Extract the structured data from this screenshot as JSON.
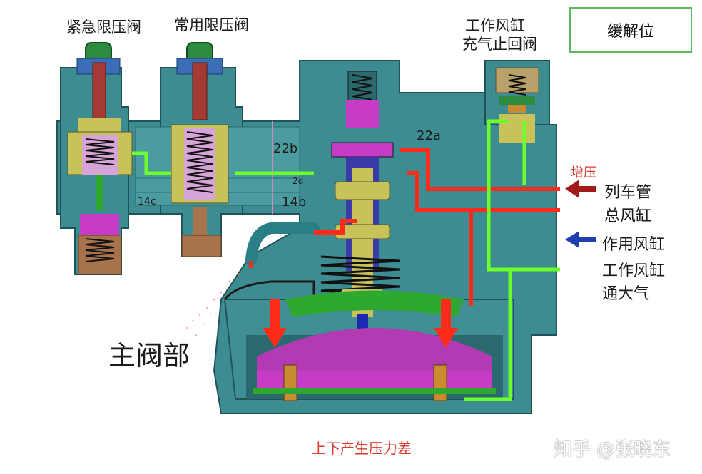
{
  "labels": {
    "emergency_valve": "紧急限压阀",
    "common_valve": "常用限压阀",
    "cylinder_check_line1": "工作风缸",
    "cylinder_check_line2": "充气止回阀",
    "status": "缓解位",
    "pressurize": "增压",
    "train_pipe": "列车管",
    "main_reservoir": "总风缸",
    "action_reservoir": "作用风缸",
    "work_reservoir_atm_line1": "工作风缸",
    "work_reservoir_atm_line2": "通大气",
    "main_valve": "主阀部",
    "chamber_22b": "22b",
    "chamber_22a": "22a",
    "chamber_2d": "2d",
    "chamber_14b": "14b",
    "chamber_14c": "14c",
    "bottom_caption": "上下产生压力差",
    "watermark": "知乎 @张晓东"
  },
  "colors": {
    "body_teal": "#3d8c91",
    "body_light": "#5aa5aa",
    "spring_brown": "#a8724a",
    "rod_red": "#a33a34",
    "green_cap": "#2e8a3e",
    "magenta": "#c63cc6",
    "yellow_olive": "#c8c25a",
    "blue": "#1b2bb0",
    "line_red": "#ff2b1a",
    "line_green": "#6cff2a",
    "arrow_darkred": "#a31a1a",
    "arrow_blue": "#1f3fb0"
  }
}
